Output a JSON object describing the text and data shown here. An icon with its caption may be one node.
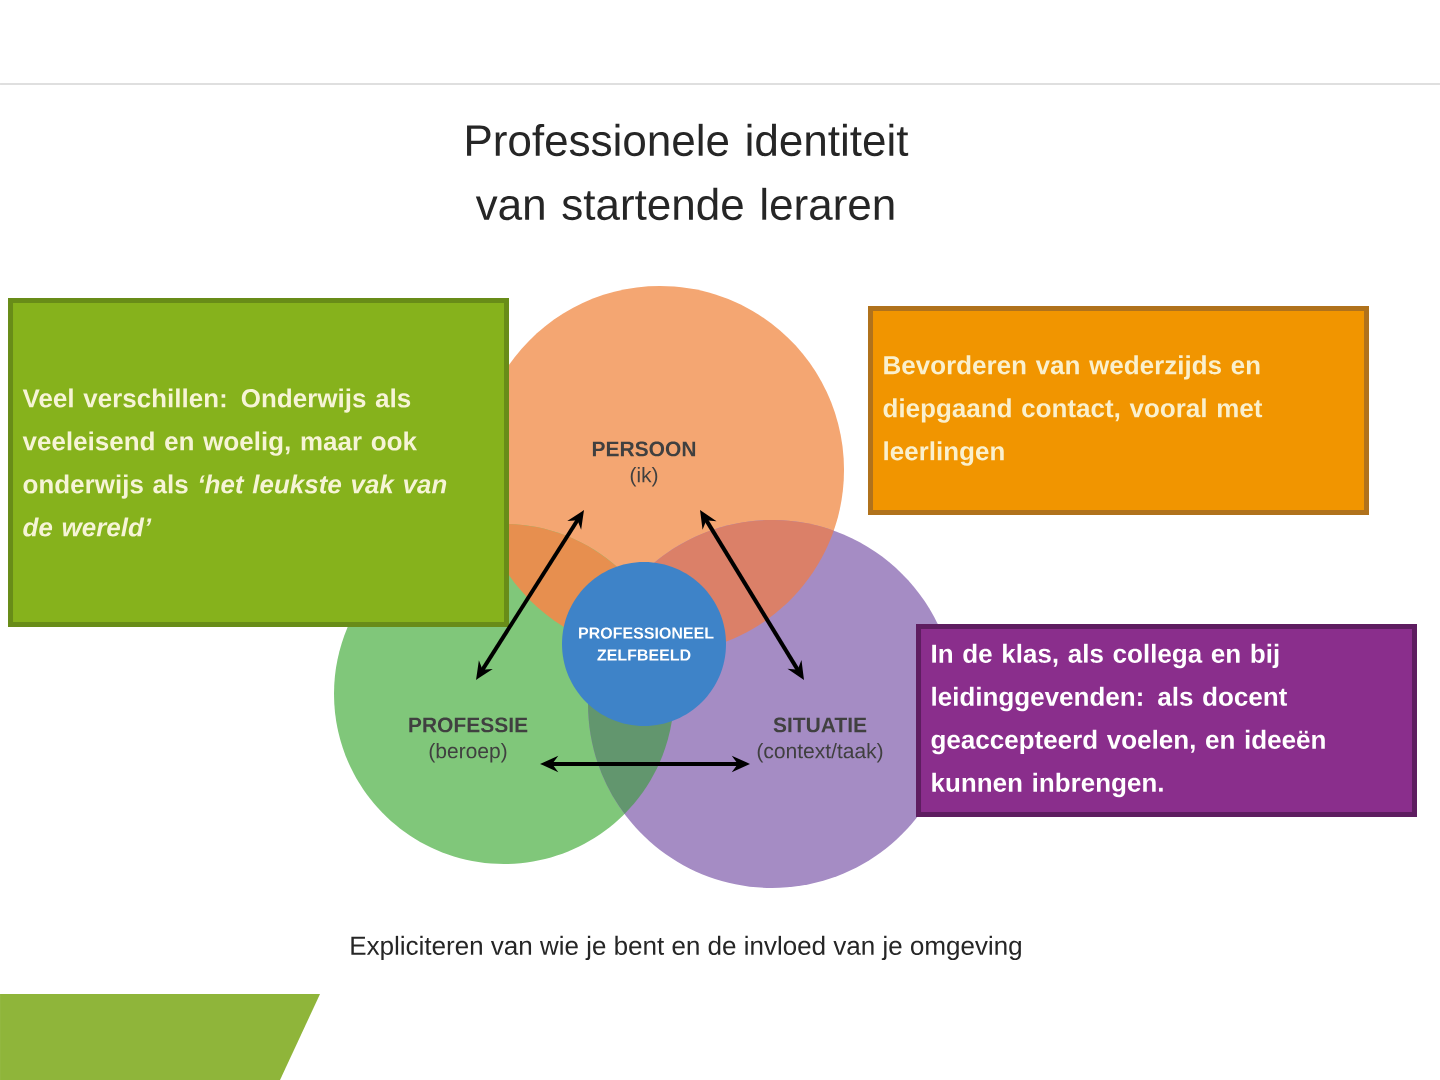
{
  "diagram": {
    "title": "Professionele identiteit van startende leraren",
    "nodes": [
      {
        "text": [
          "Veel verschillen: Onderwijs als veeleisend en woelig, maar ook onderwijs als *‘het leukste vak van de wereld’*"
        ]
      },
      {
        "text": [
          "Bevorderen van wederzijds en diepgaand contact, vooral met leerlingen"
        ]
      },
      {
        "text": [
          "PERSOON",
          "(ik)"
        ]
      },
      {
        "text": [
          "PROFESSIONEEL ZELFBEELD"
        ]
      },
      {
        "text": [
          "PROFESSIE",
          "(beroep)"
        ]
      },
      {
        "text": [
          "SITUATIE",
          "(context/taak)"
        ]
      },
      {
        "text": [
          "In de klas, als collega en bij leidinggevenden: als docent geaccepteerd voelen, en ideeën kunnen inbrengen."
        ]
      }
    ],
    "edges": [
      {
        "from": 2,
        "to": 4,
        "arrow": "both"
      },
      {
        "from": 2,
        "to": 5,
        "arrow": "both"
      },
      {
        "from": 4,
        "to": 5,
        "arrow": "both"
      }
    ],
    "labels": [
      "Expliciteren van wie je bent en de invloed van je omgeving"
    ]
  }
}
